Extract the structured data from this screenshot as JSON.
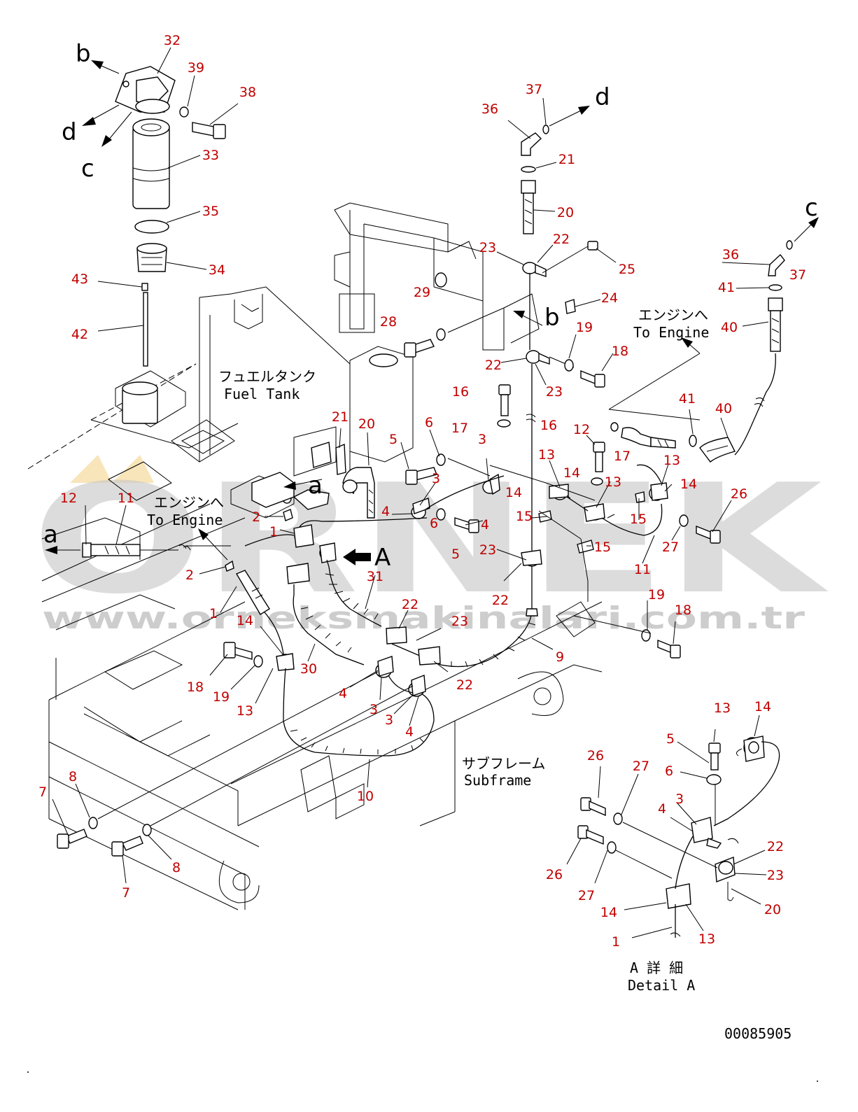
{
  "labels": {
    "fuel_tank_jp": "フュエルタンク",
    "fuel_tank_en": "Fuel Tank",
    "to_engine_jp_right": "エンジンへ",
    "to_engine_en_right": "To Engine",
    "to_engine_jp_left": "エンジンへ",
    "to_engine_en_left": "To Engine",
    "subframe_jp": "サブフレーム",
    "subframe_en": "Subframe",
    "detail_jp": "A 詳 細",
    "detail_en": "Detail A",
    "drawing_no": "00085905",
    "view_a": "A"
  },
  "flow_letters": {
    "b_top": "b",
    "d_left": "d",
    "c_left": "c",
    "d_right": "d",
    "b_mid": "b",
    "c_right": "c",
    "a_mid": "a",
    "a_left": "a"
  },
  "callouts": {
    "c32": "32",
    "c39": "39",
    "c38": "38",
    "c33": "33",
    "c35": "35",
    "c34": "34",
    "c43": "43",
    "c42": "42",
    "c37a": "37",
    "c36a": "36",
    "c21a": "21",
    "c20a": "20",
    "c23a": "23",
    "c22a": "22",
    "c25": "25",
    "c29": "29",
    "c24": "24",
    "c28": "28",
    "c19a": "19",
    "c18a": "18",
    "c22b": "22",
    "c23b": "23",
    "c16a": "16",
    "c17a": "17",
    "c16b": "16",
    "c36b": "36",
    "c37b": "37",
    "c41a": "41",
    "c40a": "40",
    "c41b": "41",
    "c40b": "40",
    "c21b": "21",
    "c20b": "20",
    "c5a": "5",
    "c6a": "6",
    "c3a": "3",
    "c12a": "12",
    "c17b": "17",
    "c13a": "13",
    "c13b": "13",
    "c14a": "14",
    "c3b": "3",
    "c14b": "14",
    "c13c": "13",
    "c14c": "14",
    "c26a": "26",
    "c4a": "4",
    "c4b": "4",
    "c15a": "15",
    "c15b": "15",
    "c15c": "15",
    "c27a": "27",
    "c12b": "12",
    "c11a": "11",
    "c2a": "2",
    "c1a": "1",
    "c6b": "6",
    "c5b": "5",
    "c23c": "23",
    "c11b": "11",
    "c2b": "2",
    "c31": "31",
    "c1b": "1",
    "c22c": "22",
    "c19b": "19",
    "c18b": "18",
    "c22d": "22",
    "c23d": "23",
    "c14d": "14",
    "c9": "9",
    "c18c": "18",
    "c30": "30",
    "c22e": "22",
    "c19c": "19",
    "c4c": "4",
    "c13d": "13",
    "c3c": "3",
    "c3d": "3",
    "c4d": "4",
    "c13e": "13",
    "c14e": "14",
    "c26b": "26",
    "c27b": "27",
    "c5c": "5",
    "c6c": "6",
    "c10": "10",
    "c7a": "7",
    "c8a": "8",
    "c3e": "3",
    "c4e": "4",
    "c22f": "22",
    "c23e": "23",
    "c26c": "26",
    "c27c": "27",
    "c8b": "8",
    "c7b": "7",
    "c20c": "20",
    "c14f": "14",
    "c13f": "13",
    "c1c": "1"
  },
  "watermark": {
    "brand": "ORNEK",
    "url": "www.orneksmakinalari.com.tr"
  },
  "colors": {
    "callout": "#c00000",
    "line": "#000000",
    "watermark": "#c8c8c8",
    "watermark_accent": "#f2d080"
  },
  "icons": [
    "flow-arrow-icon",
    "view-arrow-icon"
  ]
}
